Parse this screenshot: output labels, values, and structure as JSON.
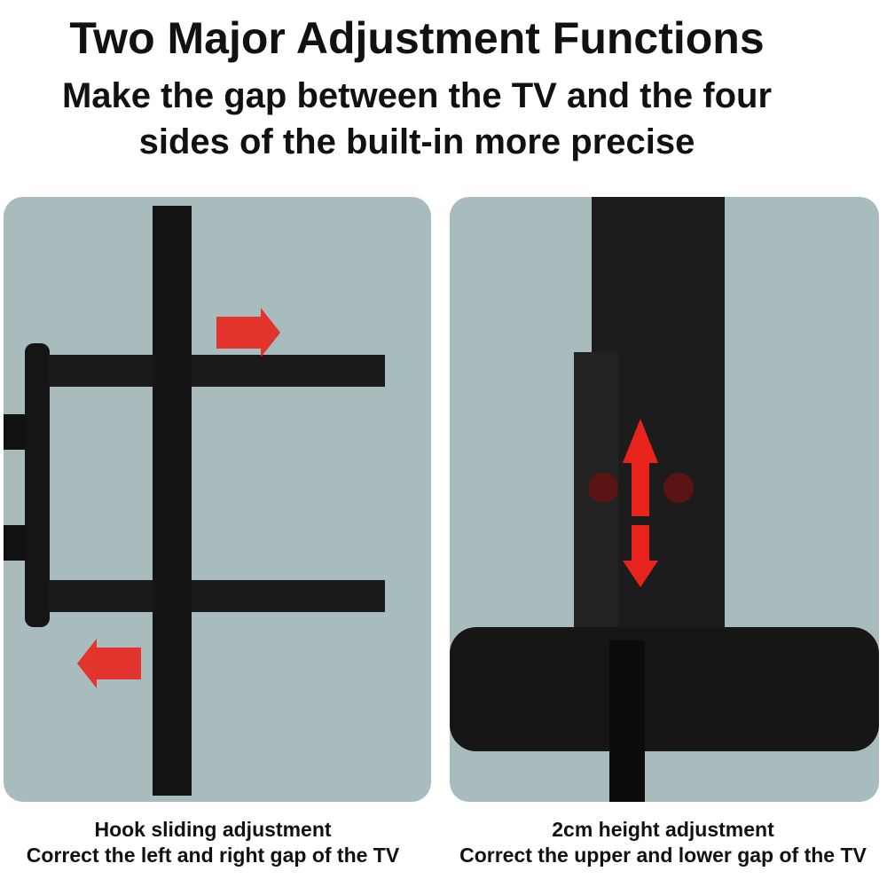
{
  "title": "Two Major Adjustment Functions",
  "subtitle_line1": "Make the gap between the TV and the four",
  "subtitle_line2": "sides of the built-in more precise",
  "left_panel": {
    "caption1": "Hook sliding adjustment",
    "caption2": "Correct the left and right gap of the TV"
  },
  "right_panel": {
    "caption1": "2cm height adjustment",
    "caption2": "Correct the upper and lower gap of the TV"
  },
  "colors": {
    "background": "#a9bcbd",
    "arrow": "#e8231c",
    "metal": "#111111"
  }
}
